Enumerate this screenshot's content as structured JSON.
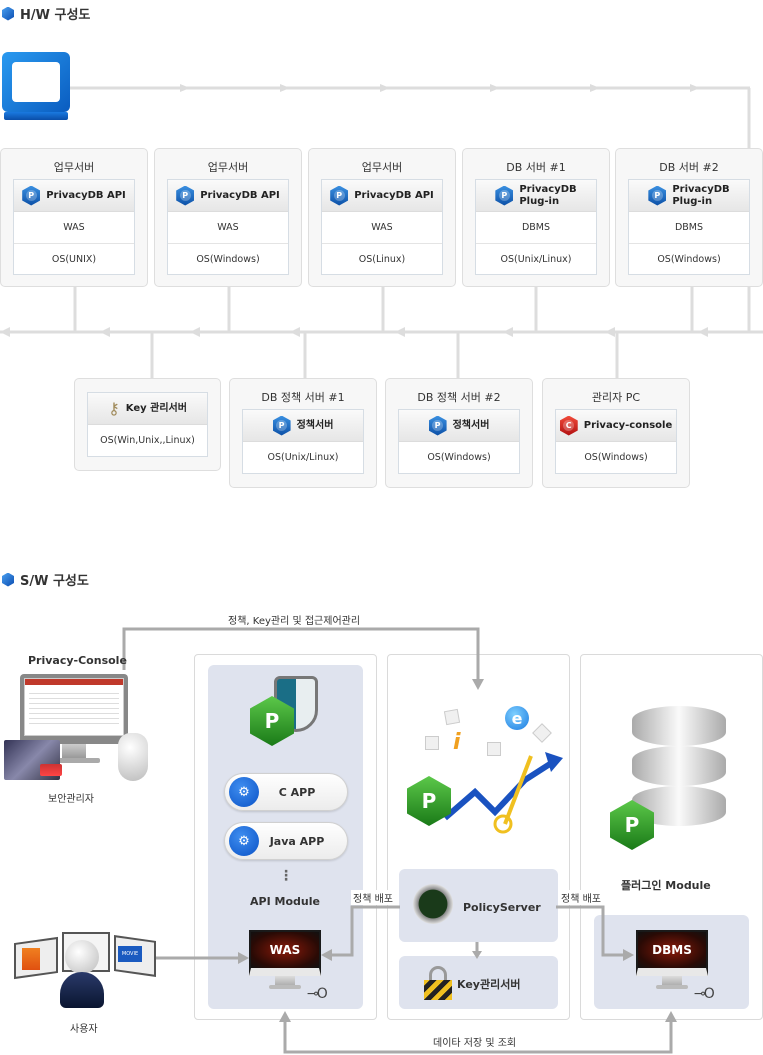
{
  "hw": {
    "title": "H/W 구성도",
    "top_servers": [
      {
        "title": "업무서버",
        "module": "PrivacyDB API",
        "rows": [
          "WAS",
          "OS(UNIX)"
        ],
        "icon": "privacydb-hex-icon"
      },
      {
        "title": "업무서버",
        "module": "PrivacyDB API",
        "rows": [
          "WAS",
          "OS(Windows)"
        ],
        "icon": "privacydb-hex-icon"
      },
      {
        "title": "업무서버",
        "module": "PrivacyDB API",
        "rows": [
          "WAS",
          "OS(Linux)"
        ],
        "icon": "privacydb-hex-icon"
      },
      {
        "title": "DB 서버 #1",
        "module_line1": "PrivacyDB",
        "module_line2": "Plug-in",
        "rows": [
          "DBMS",
          "OS(Unix/Linux)"
        ],
        "icon": "privacydb-hex-icon"
      },
      {
        "title": "DB 서버 #2",
        "module_line1": "PrivacyDB",
        "module_line2": "Plug-in",
        "rows": [
          "DBMS",
          "OS(Windows)"
        ],
        "icon": "privacydb-hex-icon"
      }
    ],
    "bottom_servers": [
      {
        "title": "",
        "module": "Key 관리서버",
        "rows": [
          "OS(Win,Unix,,Linux)"
        ],
        "icon": "key-icon"
      },
      {
        "title": "DB 정책 서버 #1",
        "module": "정책서버",
        "rows": [
          "OS(Unix/Linux)"
        ],
        "icon": "privacydb-hex-icon"
      },
      {
        "title": "DB 정책 서버 #2",
        "module": "정책서버",
        "rows": [
          "OS(Windows)"
        ],
        "icon": "privacydb-hex-icon"
      },
      {
        "title": "관리자 PC",
        "module": "Privacy-console",
        "rows": [
          "OS(Windows)"
        ],
        "icon": "console-hex-icon"
      }
    ],
    "icon_letters": {
      "privacydb": "P",
      "console": "C"
    }
  },
  "sw": {
    "title": "S/W 구성도",
    "top_flow_label": "정책, Key관리 및 접근제어관리",
    "console_label": "Privacy-Console",
    "admin_label": "보안관리자",
    "user_label": "사용자",
    "api_apps": [
      "C APP",
      "Java APP"
    ],
    "api_dots": "⋮",
    "api_module_label": "API Module",
    "was_label": "WAS",
    "policy_deploy_left": "정책 배포",
    "policy_deploy_right": "정책 배포",
    "policy_server_label": "PolicyServer",
    "key_server_label": "Key관리서버",
    "plugin_module_label": "플러그인 Module",
    "dbms_label": "DBMS",
    "bottom_flow_label": "데이타 저장 및 조회",
    "movie_label": "MOVIE"
  },
  "colors": {
    "line_light": "#dddddd",
    "line_dark": "#aaaaaa",
    "panel_bg": "#dfe3ee",
    "accent_blue": "#0a52c6",
    "accent_green": "#2f9a2a"
  }
}
